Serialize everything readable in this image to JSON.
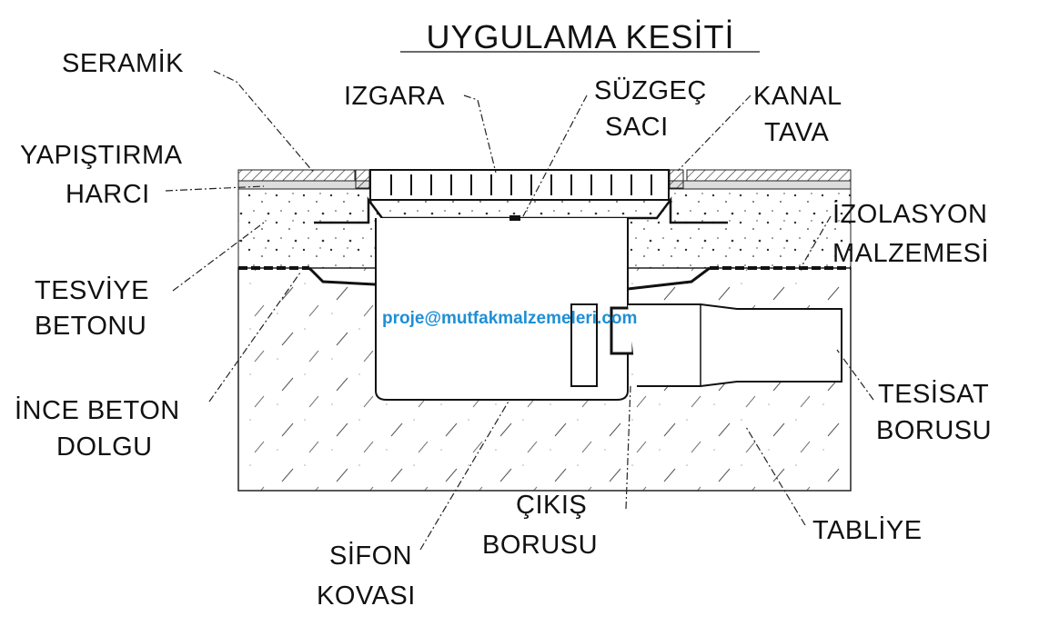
{
  "title": "UYGULAMA KESİTİ",
  "watermark": "proje@mutfakmalzemeleri.com",
  "labels": {
    "seramik": "SERAMİK",
    "yapistirma_1": "YAPIŞTIRMA",
    "yapistirma_2": "HARCI",
    "tesviye_1": "TESVİYE",
    "tesviye_2": "BETONU",
    "ince_1": "İNCE BETON",
    "ince_2": "DOLGU",
    "izgara": "IZGARA",
    "suzgec_1": "SÜZGEÇ",
    "suzgec_2": "SACI",
    "kanal_1": "KANAL",
    "kanal_2": "TAVA",
    "izolasyon_1": "İZOLASYON",
    "izolasyon_2": "MALZEMESİ",
    "tesisat_1": "TESİSAT",
    "tesisat_2": "BORUSU",
    "tabliye": "TABLİYE",
    "cikis_1": "ÇIKIŞ",
    "cikis_2": "BORUSU",
    "sifon_1": "SİFON",
    "sifon_2": "KOVASI"
  },
  "colors": {
    "watermark": "#1e8fd5",
    "ink": "#111111"
  }
}
